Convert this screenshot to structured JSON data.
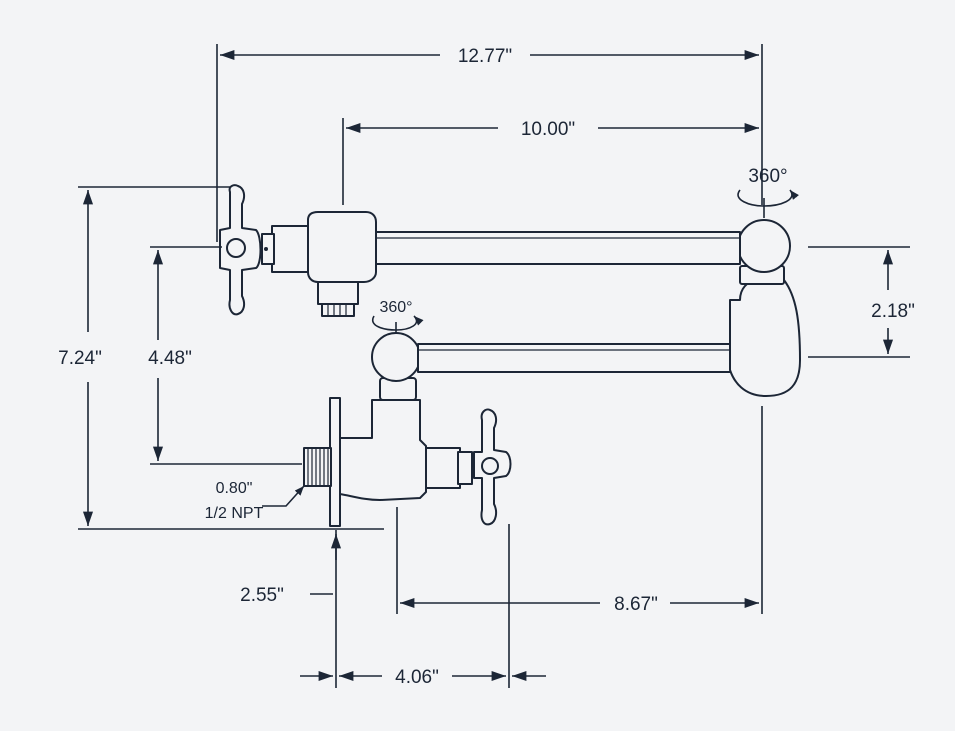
{
  "dimensions": {
    "overall_length": "12.77\"",
    "arm_length": "10.00\"",
    "rotation_top": "360°",
    "rotation_mid": "360°",
    "overall_height": "7.24\"",
    "handle_height": "4.48\"",
    "arm_spacing": "2.18\"",
    "thread_length": "0.80\"",
    "thread_spec": "1/2 NPT",
    "wall_offset": "2.55\"",
    "reach": "8.67\"",
    "handle_span": "4.06\""
  },
  "colors": {
    "line": "#1c2636",
    "background": "#f3f4f6"
  }
}
